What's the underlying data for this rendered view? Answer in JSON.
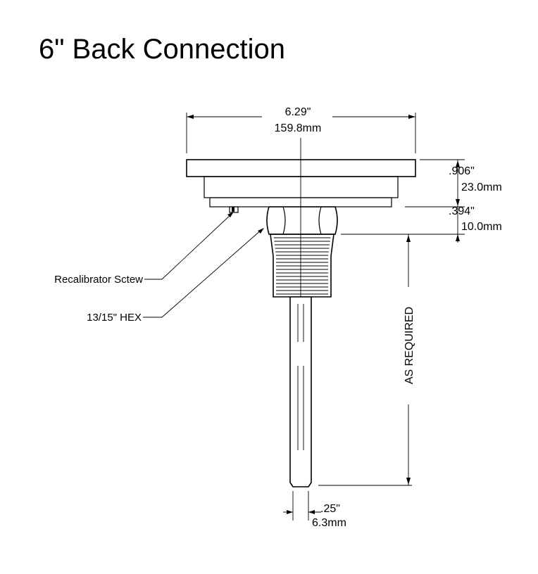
{
  "title": "6\" Back Connection",
  "dimensions": {
    "width_in": "6.29\"",
    "width_mm": "159.8mm",
    "depth_in": ".906\"",
    "depth_mm": "23.0mm",
    "back_in": ".394\"",
    "back_mm": "10.0mm",
    "stem_in": ".25\"",
    "stem_mm": "6.3mm",
    "stem_length": "AS REQUIRED"
  },
  "labels": {
    "recalibrator": "Recalibrator Sctew",
    "hex": "13/15\" HEX"
  }
}
